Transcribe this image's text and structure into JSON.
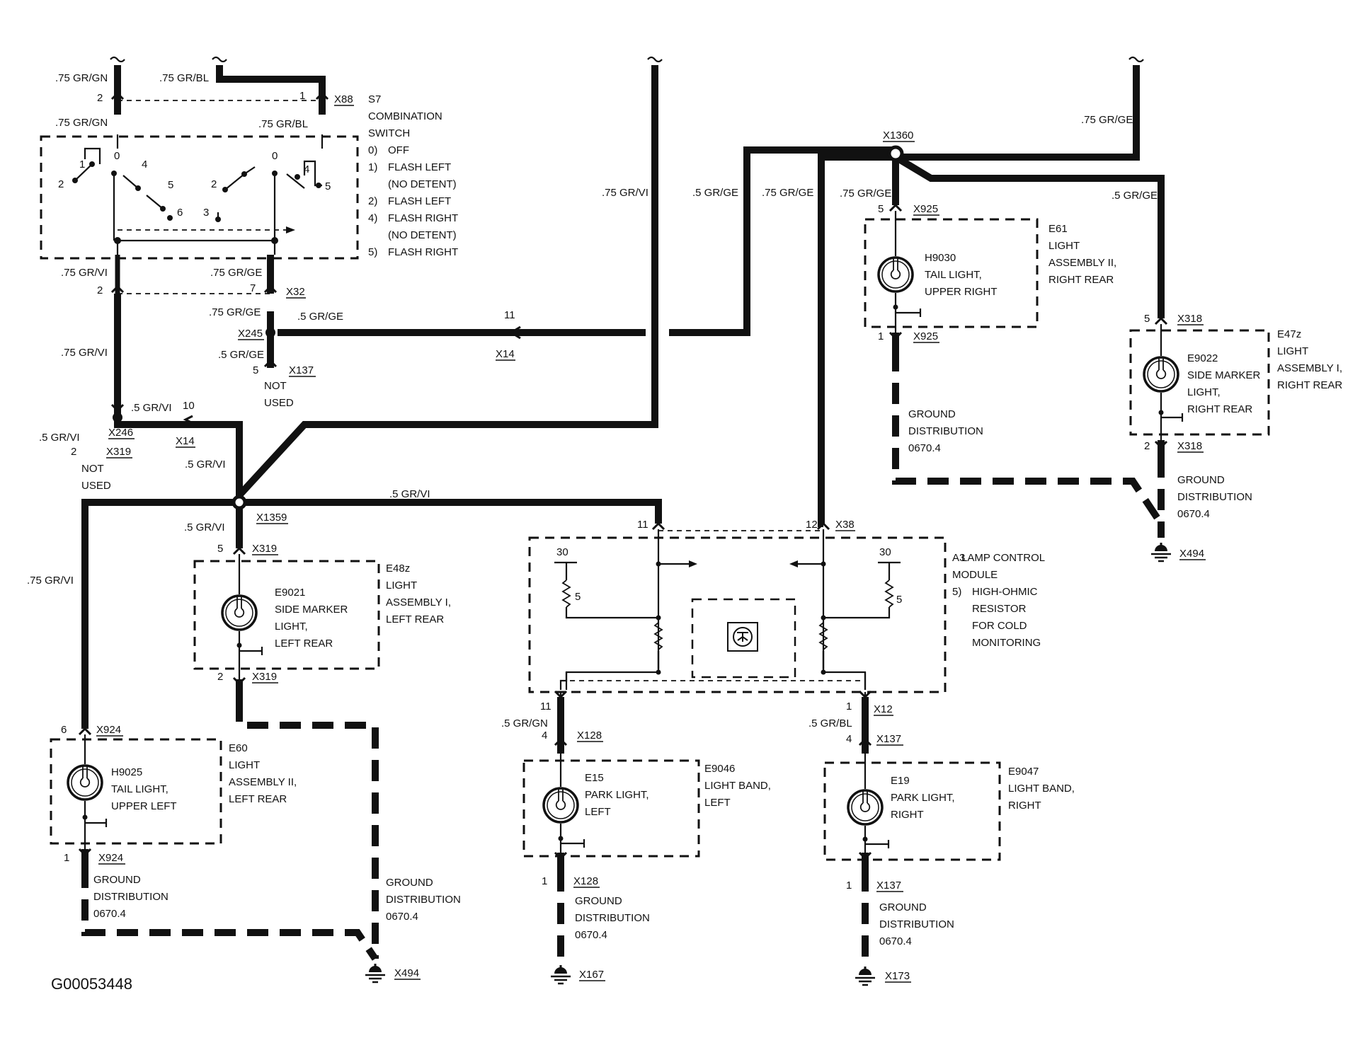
{
  "figure_id": "G00053448",
  "switch": {
    "ref": "S7",
    "name_l1": "COMBINATION",
    "name_l2": "SWITCH",
    "positions": [
      {
        "num": "0)",
        "text": "OFF"
      },
      {
        "num": "1)",
        "text": "FLASH LEFT"
      },
      {
        "num": "",
        "text": "(NO DETENT)"
      },
      {
        "num": "2)",
        "text": "FLASH LEFT"
      },
      {
        "num": "4)",
        "text": "FLASH RIGHT"
      },
      {
        "num": "",
        "text": "(NO DETENT)"
      },
      {
        "num": "5)",
        "text": "FLASH RIGHT"
      }
    ],
    "contact_labels": [
      "0",
      "0",
      "1",
      "4",
      "2",
      "5",
      "6",
      "2",
      "4",
      "5",
      "3"
    ]
  },
  "wires": {
    "w75_gr_gn": ".75 GR/GN",
    "w75_gr_bl": ".75 GR/BL",
    "w75_gr_vi": ".75 GR/VI",
    "w75_gr_ge": ".75 GR/GE",
    "w5_gr_ge": ".5 GR/GE",
    "w5_gr_vi": ".5 GR/VI",
    "w5_gr_gn": ".5 GR/GN",
    "w5_gr_bl": ".5 GR/BL"
  },
  "connectors": {
    "x88": "X88",
    "x32": "X32",
    "x245": "X245",
    "x137": "X137",
    "x14": "X14",
    "x246": "X246",
    "x319": "X319",
    "x1359": "X1359",
    "x1360": "X1360",
    "x925": "X925",
    "x318": "X318",
    "x924": "X924",
    "x38": "X38",
    "x128": "X128",
    "x12": "X12",
    "x494": "X494",
    "x167": "X167",
    "x173": "X173"
  },
  "pins": {
    "p1": "1",
    "p2": "2",
    "p4": "4",
    "p5": "5",
    "p6": "6",
    "p7": "7",
    "p10": "10",
    "p11": "11",
    "p12": "12",
    "p30": "30"
  },
  "not_used": {
    "l1": "NOT",
    "l2": "USED"
  },
  "ground_text": {
    "l1": "GROUND",
    "l2": "DISTRIBUTION",
    "l3": "0670.4"
  },
  "components": {
    "e61": {
      "ref": "E61",
      "l1": "LIGHT",
      "l2": "ASSEMBLY II,",
      "l3": "RIGHT REAR"
    },
    "h9030": {
      "ref": "H9030",
      "l1": "TAIL LIGHT,",
      "l2": "UPPER RIGHT"
    },
    "e47z": {
      "ref": "E47z",
      "l1": "LIGHT",
      "l2": "ASSEMBLY I,",
      "l3": "RIGHT REAR"
    },
    "e9022": {
      "ref": "E9022",
      "l1": "SIDE MARKER",
      "l2": "LIGHT,",
      "l3": "RIGHT REAR"
    },
    "e48z": {
      "ref": "E48z",
      "l1": "LIGHT",
      "l2": "ASSEMBLY I,",
      "l3": "LEFT REAR"
    },
    "e9021": {
      "ref": "E9021",
      "l1": "SIDE MARKER",
      "l2": "LIGHT,",
      "l3": "LEFT REAR"
    },
    "e60": {
      "ref": "E60",
      "l1": "LIGHT",
      "l2": "ASSEMBLY II,",
      "l3": "LEFT REAR"
    },
    "h9025": {
      "ref": "H9025",
      "l1": "TAIL LIGHT,",
      "l2": "UPPER LEFT"
    },
    "a3": {
      "ref": "A3",
      "l1": "LAMP CONTROL",
      "l2": "MODULE",
      "n_num": "5)",
      "n1": "HIGH-OHMIC",
      "n2": "RESISTOR",
      "n3": "FOR COLD",
      "n4": "MONITORING"
    },
    "e15": {
      "ref": "E15",
      "l1": "PARK LIGHT,",
      "l2": "LEFT"
    },
    "e9046": {
      "ref": "E9046",
      "l1": "LIGHT BAND,",
      "l2": "LEFT"
    },
    "e19": {
      "ref": "E19",
      "l1": "PARK LIGHT,",
      "l2": "RIGHT"
    },
    "e9047": {
      "ref": "E9047",
      "l1": "LIGHT BAND,",
      "l2": "RIGHT"
    }
  }
}
